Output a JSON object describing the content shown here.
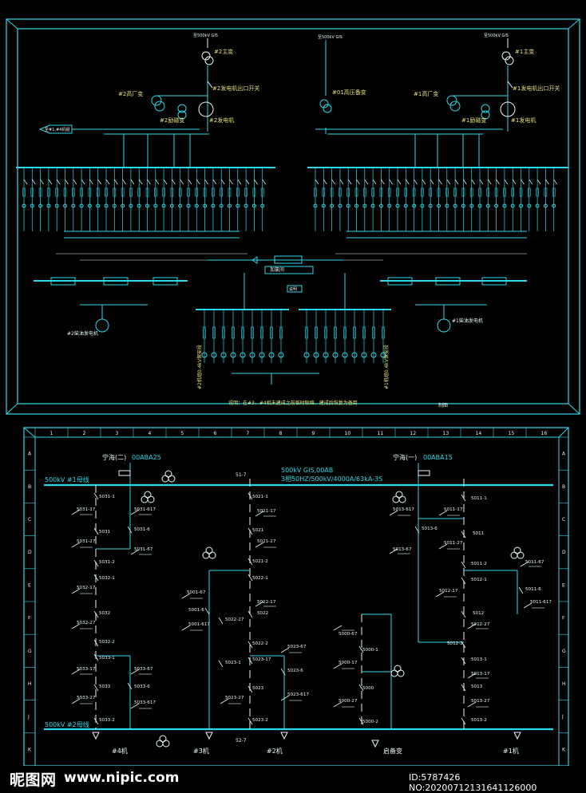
{
  "top": {
    "src_left": "至500kV GIS",
    "src_center": "至500kV GIS",
    "src_right": "至500kV GIS",
    "main_tx_2": "#2主变",
    "main_tx_1": "#1主变",
    "gen_switch_2": "#2发电机出口开关",
    "gen_switch_1": "#1发电机出口开关",
    "plant_tx_2": "#2高厂变",
    "plant_tx_1": "#1高厂变",
    "startup_tx": "#01高压备变",
    "exc_tx_2": "#2励磁变",
    "exc_tx_1": "#1励磁变",
    "gen_2": "#2发电机",
    "gen_1": "#1发电机",
    "left_arrow": "至#1,#4机组",
    "aux_gen_left": "#2柴油发电机",
    "aux_gen_right": "#1柴油发电机",
    "center_box": "加氯间",
    "center_mini": "说明",
    "note": "说明：在#3、#4机未建成之前临时联络，建成后恢复为备用",
    "caption": "制图",
    "sec_bus_left": "#2机组0.4kV保安段",
    "sec_bus_right": "#1机组0.4kV保安段"
  },
  "bottom": {
    "col_numbers": [
      "1",
      "2",
      "3",
      "4",
      "5",
      "6",
      "7",
      "8",
      "9",
      "10",
      "11",
      "12",
      "13",
      "14",
      "15",
      "16"
    ],
    "row_letters": [
      "A",
      "B",
      "C",
      "D",
      "E",
      "F",
      "G",
      "H",
      "J",
      "K"
    ],
    "line2_label": "宁海(二)",
    "line2_code": "00ABA25",
    "line1_label": "宁海(一)",
    "line1_code": "00ABA15",
    "gis_title": "500kV GIS,00AB",
    "gis_spec": "3相50HZ/500kV/4000A/63kA-3S",
    "bus1_label": "500kV #1母线",
    "bus2_label": "500kV #2母线",
    "label_51_7": "51-7",
    "label_52_7": "52-7",
    "unit4": "#4机",
    "unit3": "#3机",
    "unit2": "#2机",
    "standby": "启备变",
    "unit1": "#1机",
    "bay503": [
      "5031-1",
      "5031-617",
      "5031-6",
      "5031-17",
      "5031",
      "5031-27",
      "5031-67",
      "5031-2",
      "5032-1",
      "5032-17",
      "5032",
      "5032-27",
      "5032-2",
      "5033-1",
      "5033-17",
      "5033-67",
      "5033",
      "5033-6",
      "5033-27",
      "5033-617",
      "5033-2"
    ],
    "bay502": [
      "5021-1",
      "5021-17",
      "5021",
      "5021-27",
      "5021-2",
      "5022-1",
      "5001-67",
      "5022-17",
      "5001-6",
      "5022",
      "5001-617",
      "5022-27",
      "5022-2",
      "5023-67",
      "5023-1",
      "5023-17",
      "5023-6",
      "5023",
      "5023-617",
      "5023-27",
      "5023-2"
    ],
    "bay500": [
      "5000-67",
      "5000-1",
      "5000-17",
      "5000",
      "5000-27",
      "5000-2"
    ],
    "bay501": [
      "5013-617",
      "5011-1",
      "5011-17",
      "5013-6",
      "5011",
      "5013-67",
      "5011-27",
      "5011-2",
      "5011-67",
      "5012-1",
      "5011-6",
      "5012-17",
      "5011-617",
      "5012",
      "5012-27",
      "5012-2",
      "5013-1",
      "5013-17",
      "5013",
      "5013-27",
      "5013-2"
    ]
  },
  "watermark": {
    "brand": "昵图网",
    "url": "www.nipic.com",
    "id_text": "ID:5787426 NO:20200712131641126000"
  }
}
